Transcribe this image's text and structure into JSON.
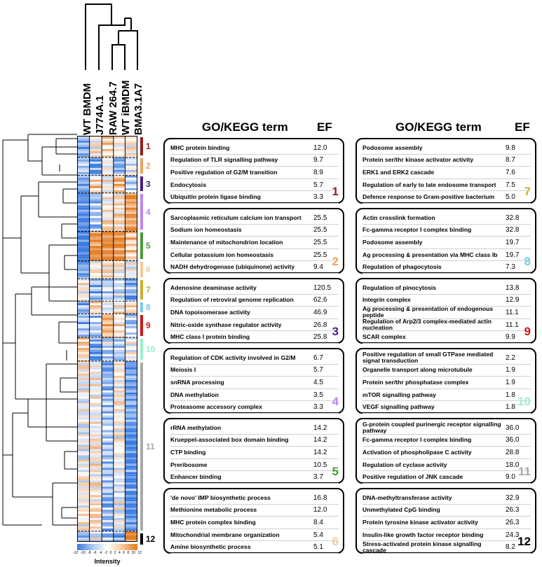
{
  "samples": [
    "WT BMDM",
    "J774A.1",
    "RAW 264.7",
    "WT iBMDM",
    "BMA3.1A7"
  ],
  "scale": {
    "ticks": [
      "-12",
      "-10",
      "-8",
      "-6",
      "-4",
      "-2",
      "0",
      "2",
      "4",
      "6",
      "8",
      "10",
      "12"
    ],
    "label": "Intensity"
  },
  "headers": {
    "term": "GO/KEGG term",
    "ef": "EF"
  },
  "colors": {
    "low": "#3b7be0",
    "high": "#e47a1f",
    "mid": "#ffffff"
  },
  "clusters": [
    {
      "num": "1",
      "color": "#9b1c1c",
      "terms": [
        {
          "term": "MHC protein binding",
          "ef": "12.0"
        },
        {
          "term": "Regulation of TLR signalling pathway",
          "ef": "9.7"
        },
        {
          "term": "Positive regulation of G2/M transition",
          "ef": "8.9"
        },
        {
          "term": "Endocytosis",
          "ef": "5.7"
        },
        {
          "term": "Ubiquitin protein ligase binding",
          "ef": "3.3"
        }
      ]
    },
    {
      "num": "2",
      "color": "#f0a060",
      "terms": [
        {
          "term": "Sarcoplasmic reticulum calcium ion transport",
          "ef": "25.5"
        },
        {
          "term": "Sodium ion homeostasis",
          "ef": "25.5"
        },
        {
          "term": "Maintenance of mitochondrion location",
          "ef": "25.5"
        },
        {
          "term": "Cellular potassium ion homeostasis",
          "ef": "25.5"
        },
        {
          "term": "NADH dehydrogenase (ubiquinone) activity",
          "ef": "9.4"
        }
      ]
    },
    {
      "num": "3",
      "color": "#4b1e8c",
      "terms": [
        {
          "term": "Adenosine deaminase activity",
          "ef": "120.5"
        },
        {
          "term": "Regulation of retroviral genome replication",
          "ef": "62.6"
        },
        {
          "term": "DNA topoisomerase activity",
          "ef": "46.9"
        },
        {
          "term": "Nitric-oxide synthase regulator activity",
          "ef": "26.8"
        },
        {
          "term": "MHC class I protein binding",
          "ef": "25.8"
        }
      ]
    },
    {
      "num": "4",
      "color": "#c084f0",
      "terms": [
        {
          "term": "Regulation of CDK activity involved in G2/M",
          "ef": "6.7"
        },
        {
          "term": "Meiosis I",
          "ef": "5.7"
        },
        {
          "term": "snRNA processing",
          "ef": "4.5"
        },
        {
          "term": "DNA methylation",
          "ef": "3.5"
        },
        {
          "term": "Proteasome accessory complex",
          "ef": "3.3"
        }
      ]
    },
    {
      "num": "5",
      "color": "#4a9a3a",
      "terms": [
        {
          "term": "rRNA methylation",
          "ef": "14.2"
        },
        {
          "term": "Krueppel-associated box domain binding",
          "ef": "14.2"
        },
        {
          "term": "CTP binding",
          "ef": "14.2"
        },
        {
          "term": "Preribosome",
          "ef": "10.5"
        },
        {
          "term": "Enhancer binding",
          "ef": "3.7"
        }
      ]
    },
    {
      "num": "6",
      "color": "#f5c898",
      "terms": [
        {
          "term": "'de novo' IMP biosynthetic process",
          "ef": "16.8"
        },
        {
          "term": "Methionine metabolic process",
          "ef": "12.0"
        },
        {
          "term": "MHC protein complex binding",
          "ef": "8.4"
        },
        {
          "term": "Mitochondrial membrane organization",
          "ef": "5.4"
        },
        {
          "term": "Amine biosynthetic process",
          "ef": "5.1"
        }
      ]
    },
    {
      "num": "7",
      "color": "#c8b030",
      "terms": [
        {
          "term": "Podosome assembly",
          "ef": "9.8"
        },
        {
          "term": "Protein ser/thr kinase activator activity",
          "ef": "8.7"
        },
        {
          "term": "ERK1 and ERK2 cascade",
          "ef": "7.6"
        },
        {
          "term": "Regulation of early to late endosome transport",
          "ef": "7.5"
        },
        {
          "term": "Defence response to Gram-positive bacterium",
          "ef": "5.0"
        }
      ]
    },
    {
      "num": "8",
      "color": "#78c8f0",
      "terms": [
        {
          "term": "Actin crosslink formation",
          "ef": "32.8"
        },
        {
          "term": "Fc-gamma receptor I complex binding",
          "ef": "32.8"
        },
        {
          "term": "Podosome assembly",
          "ef": "19.7"
        },
        {
          "term": "Ag processing & presentation via MHC class Ib",
          "ef": "19.7"
        },
        {
          "term": "Regulation of phagocytosis",
          "ef": "7.3"
        }
      ]
    },
    {
      "num": "9",
      "color": "#d01818",
      "terms": [
        {
          "term": "Regulation of pinocytosis",
          "ef": "13.8"
        },
        {
          "term": "Integrin complex",
          "ef": "12.9"
        },
        {
          "term": "Ag processing & presentation of endogenous peptide",
          "ef": "11.1"
        },
        {
          "term": "Regulation of Arp2/3 complex-mediated actin nucleation",
          "ef": "11.1"
        },
        {
          "term": "SCAR complex",
          "ef": "9.9"
        }
      ]
    },
    {
      "num": "10",
      "color": "#98f0c8",
      "terms": [
        {
          "term": "Positive regulation of small GTPase mediated signal transduction",
          "ef": "2.2"
        },
        {
          "term": "Organelle transport along microtubule",
          "ef": "1.9"
        },
        {
          "term": "Protein ser/thr phosphatase complex",
          "ef": "1.9"
        },
        {
          "term": "mTOR signalling pathway",
          "ef": "1.8"
        },
        {
          "term": "VEGF signalling pathway",
          "ef": "1.8"
        }
      ]
    },
    {
      "num": "11",
      "color": "#a8a8a8",
      "terms": [
        {
          "term": "G-protein coupled purinergic receptor signalling pathway",
          "ef": "36.0"
        },
        {
          "term": "Fc-gamma receptor I complex binding",
          "ef": "36.0"
        },
        {
          "term": "Activation of phospholipase C activity",
          "ef": "28.8"
        },
        {
          "term": "Regulation of cyclase activity",
          "ef": "18.0"
        },
        {
          "term": "Positive regulation of JNK cascade",
          "ef": "9.0"
        }
      ]
    },
    {
      "num": "12",
      "color": "#000000",
      "terms": [
        {
          "term": "DNA-methyltransferase activity",
          "ef": "32.9"
        },
        {
          "term": "Unmethylated CpG binding",
          "ef": "26.3"
        },
        {
          "term": "Protein tyrosine kinase activator activity",
          "ef": "26.3"
        },
        {
          "term": "Insulin-like growth factor receptor binding",
          "ef": "24.3"
        },
        {
          "term": "Stress-activated protein kinase signalling cascade",
          "ef": "8.2"
        }
      ]
    }
  ]
}
